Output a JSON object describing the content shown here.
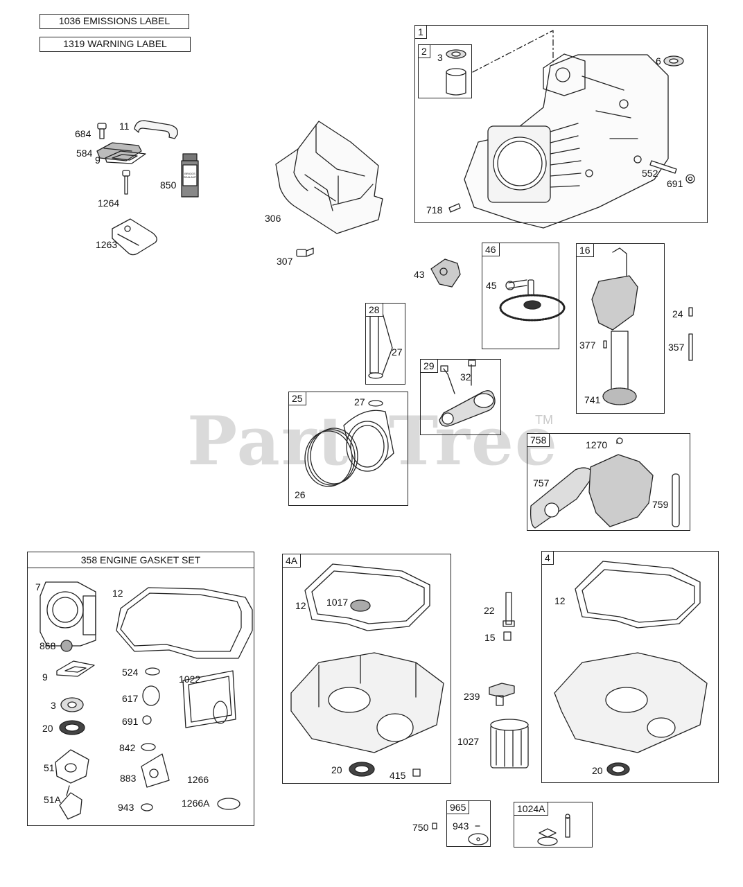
{
  "labels": {
    "emissions": "1036 EMISSIONS LABEL",
    "warning": "1319 WARNING LABEL"
  },
  "watermark": {
    "text": "PartsTree",
    "tm": "TM"
  },
  "boxes": {
    "b1": "1",
    "b2": "2",
    "b46": "46",
    "b16": "16",
    "b28": "28",
    "b29": "29",
    "b25": "25",
    "b758": "758",
    "b4a": "4A",
    "b4": "4",
    "b965": "965",
    "b1024a": "1024A"
  },
  "gasket_set": {
    "title": "358 ENGINE GASKET SET"
  },
  "parts": {
    "p684": "684",
    "p11": "11",
    "p584": "584",
    "p9a": "9",
    "p850": "850",
    "p1264": "1264",
    "p1263": "1263",
    "p306": "306",
    "p307": "307",
    "p3a": "3",
    "p6": "6",
    "p552": "552",
    "p691a": "691",
    "p718": "718",
    "p43": "43",
    "p45": "45",
    "p24": "24",
    "p357": "357",
    "p377": "377",
    "p741": "741",
    "p27a": "27",
    "p32": "32",
    "p27b": "27",
    "p26": "26",
    "p1270": "1270",
    "p757": "757",
    "p759": "759",
    "g7": "7",
    "g12": "12",
    "g868": "868",
    "g9": "9",
    "g524": "524",
    "g1022": "1022",
    "g617": "617",
    "g3": "3",
    "g691": "691",
    "g20": "20",
    "g842": "842",
    "g51": "51",
    "g883": "883",
    "g1266": "1266",
    "g51a": "51A",
    "g943": "943",
    "g1266a": "1266A",
    "a12": "12",
    "a1017": "1017",
    "a20": "20",
    "a415": "415",
    "c22": "22",
    "c15": "15",
    "c239": "239",
    "c1027": "1027",
    "d12": "12",
    "d20": "20",
    "e750": "750",
    "e943": "943"
  },
  "tube_text": "BRIGGS SEALANT"
}
